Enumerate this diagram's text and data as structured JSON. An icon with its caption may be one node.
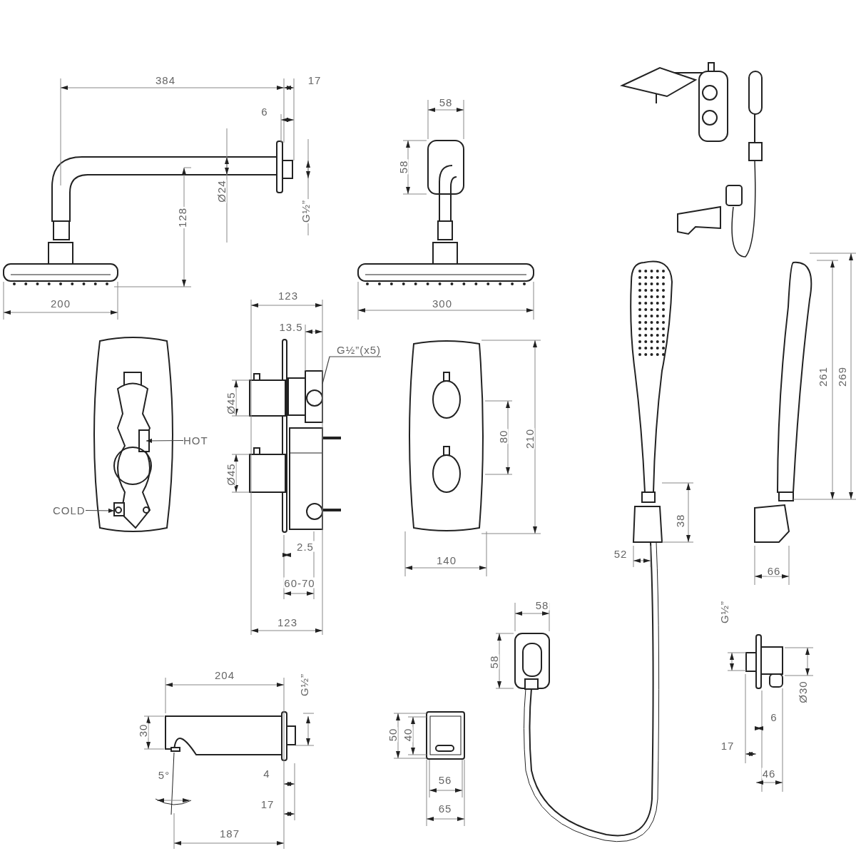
{
  "diagram": {
    "nodes": [
      {
        "text": [
          "HOT"
        ]
      },
      {
        "text": [
          "COLD"
        ]
      },
      {
        "text": [
          "G½”(x5)"
        ]
      }
    ],
    "edges": [
      {
        "from": 0,
        "to": null,
        "arrow": "to"
      },
      {
        "from": 1,
        "to": null,
        "arrow": "to"
      },
      {
        "from": 2,
        "to": null,
        "arrow": "none"
      }
    ],
    "labels": [
      "384",
      "17",
      "6",
      "Ø24",
      "128",
      "G½”",
      "200",
      "58",
      "58",
      "300",
      "123",
      "13.5",
      "Ø45",
      "Ø45",
      "2.5",
      "60-70",
      "123",
      "80",
      "210",
      "140",
      "261",
      "269",
      "38",
      "52",
      "66",
      "58",
      "58",
      "204",
      "G½”",
      "30",
      "5°",
      "4",
      "17",
      "187",
      "50",
      "40",
      "56",
      "65",
      "G½”",
      "6",
      "Ø30",
      "17",
      "46"
    ]
  }
}
